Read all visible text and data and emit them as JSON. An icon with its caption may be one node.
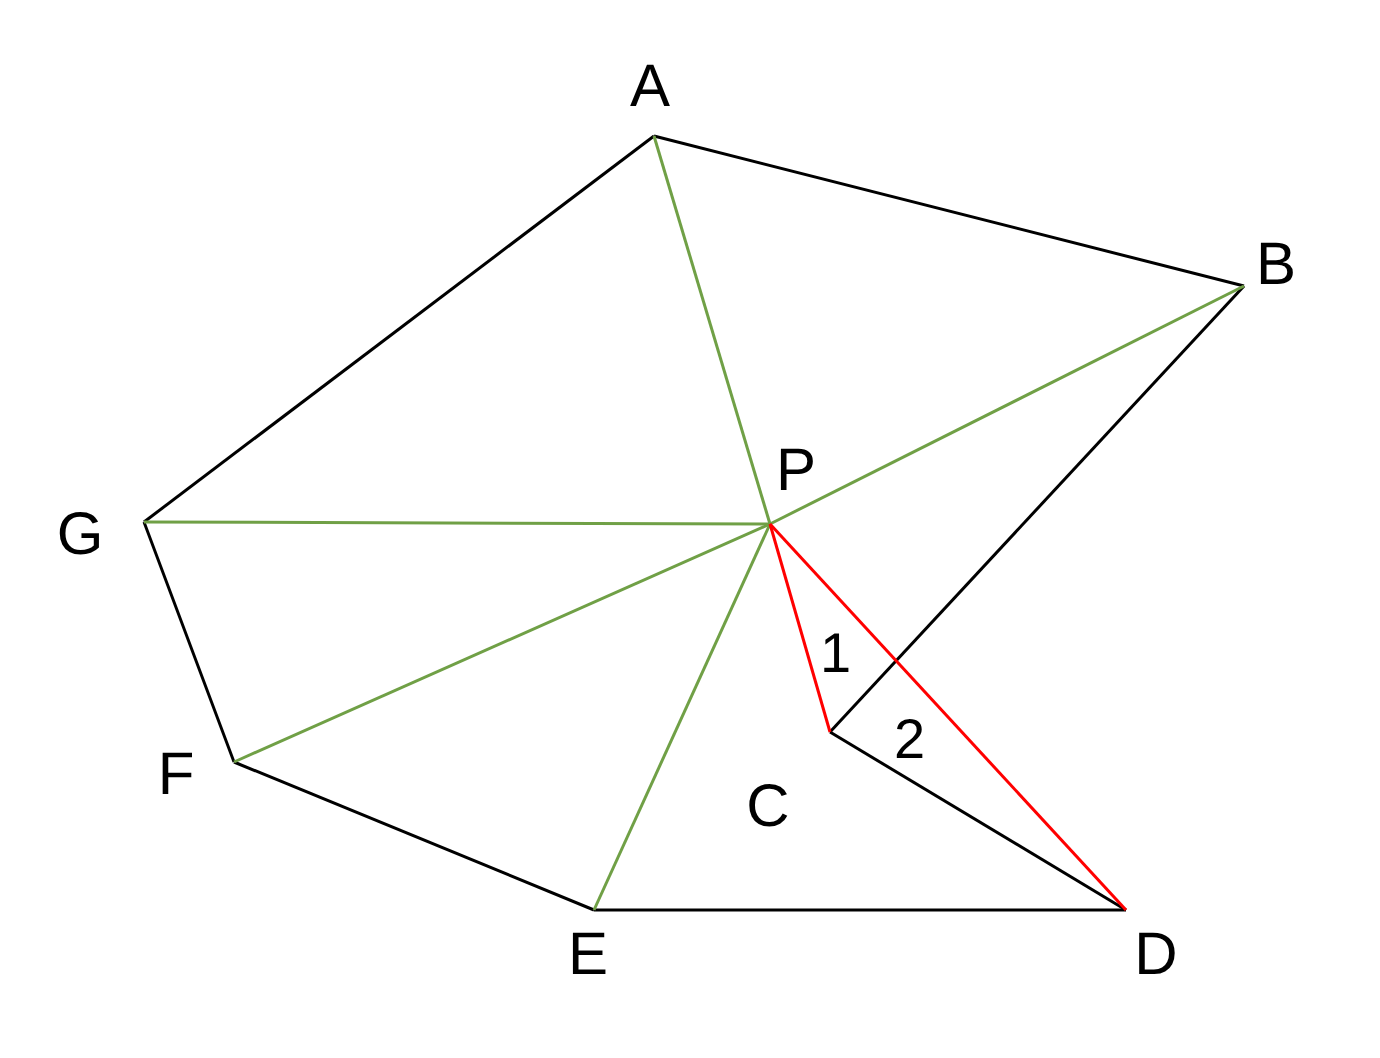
{
  "diagram": {
    "nodes": [
      {
        "text": [
          "A"
        ]
      },
      {
        "text": [
          "B"
        ]
      },
      {
        "text": [
          "G"
        ]
      },
      {
        "text": [
          "P"
        ]
      },
      {
        "text": [
          "F"
        ]
      },
      {
        "text": [
          "C"
        ]
      },
      {
        "text": [
          "E"
        ]
      },
      {
        "text": [
          "D"
        ]
      }
    ],
    "edges": [
      {
        "from": 0,
        "to": 1,
        "arrow": "none"
      },
      {
        "from": 1,
        "to": 5,
        "arrow": "none"
      },
      {
        "from": 5,
        "to": 7,
        "arrow": "none"
      },
      {
        "from": 7,
        "to": 6,
        "arrow": "none"
      },
      {
        "from": 6,
        "to": 4,
        "arrow": "none"
      },
      {
        "from": 4,
        "to": 2,
        "arrow": "none"
      },
      {
        "from": 2,
        "to": 0,
        "arrow": "none"
      },
      {
        "from": 3,
        "to": 0,
        "arrow": "none",
        "color": "#70a046"
      },
      {
        "from": 3,
        "to": 1,
        "arrow": "none",
        "color": "#70a046"
      },
      {
        "from": 3,
        "to": 2,
        "arrow": "none",
        "color": "#70a046"
      },
      {
        "from": 3,
        "to": 4,
        "arrow": "none",
        "color": "#70a046"
      },
      {
        "from": 3,
        "to": 6,
        "arrow": "none",
        "color": "#70a046"
      },
      {
        "from": 3,
        "to": 5,
        "arrow": "none",
        "color": "#ff0000"
      },
      {
        "from": 3,
        "to": 7,
        "arrow": "none",
        "color": "#ff0000"
      }
    ],
    "labels": [
      "1",
      "2"
    ]
  }
}
